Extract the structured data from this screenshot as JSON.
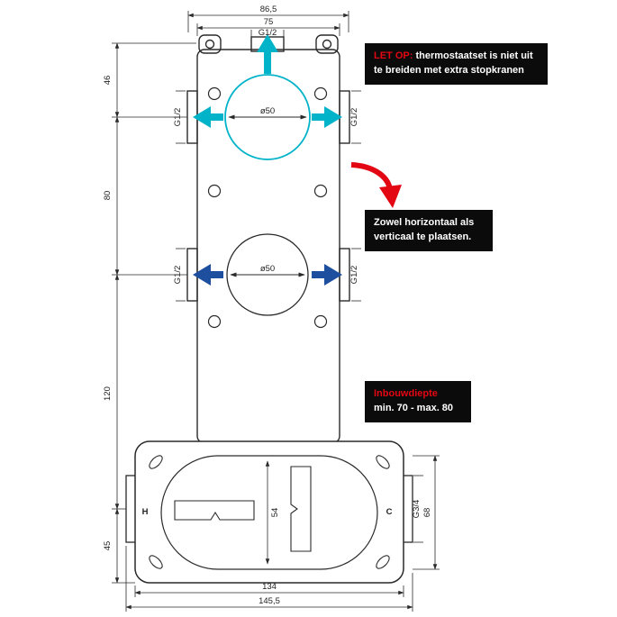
{
  "drawing_title": "thermostatic-valve-built-in-unit-technical-drawing",
  "colors": {
    "cyan": "#00b3c9",
    "blue": "#1d4f9e",
    "red": "#e30613",
    "line": "#2a2a2a",
    "callout_bg": "#0b0b0b"
  },
  "dims": {
    "top_outer": "86,5",
    "top_inner": "75",
    "top_thread": "G1/2",
    "v46": "46",
    "v80": "80",
    "v120": "120",
    "v45": "45",
    "thread_left_top": "G1/2",
    "thread_right_top": "G1/2",
    "thread_left_bottom": "G1/2",
    "thread_right_bottom": "G1/2",
    "dia_top": "ø50",
    "dia_bottom": "ø50",
    "slot_height": "54",
    "right_height": "68",
    "thread_right_box": "G3/4",
    "bottom_inner": "134",
    "bottom_outer": "145,5",
    "hot": "H",
    "cold": "C"
  },
  "callouts": {
    "warning_prefix": "LET OP:",
    "warning_text": " thermostaatset is niet uit te breiden met extra stopkranen",
    "orientation_text": "Zowel horizontaal als verticaal te plaatsen.",
    "depth_title": "Inbouwdiepte",
    "depth_text": "min. 70 - max. 80"
  }
}
